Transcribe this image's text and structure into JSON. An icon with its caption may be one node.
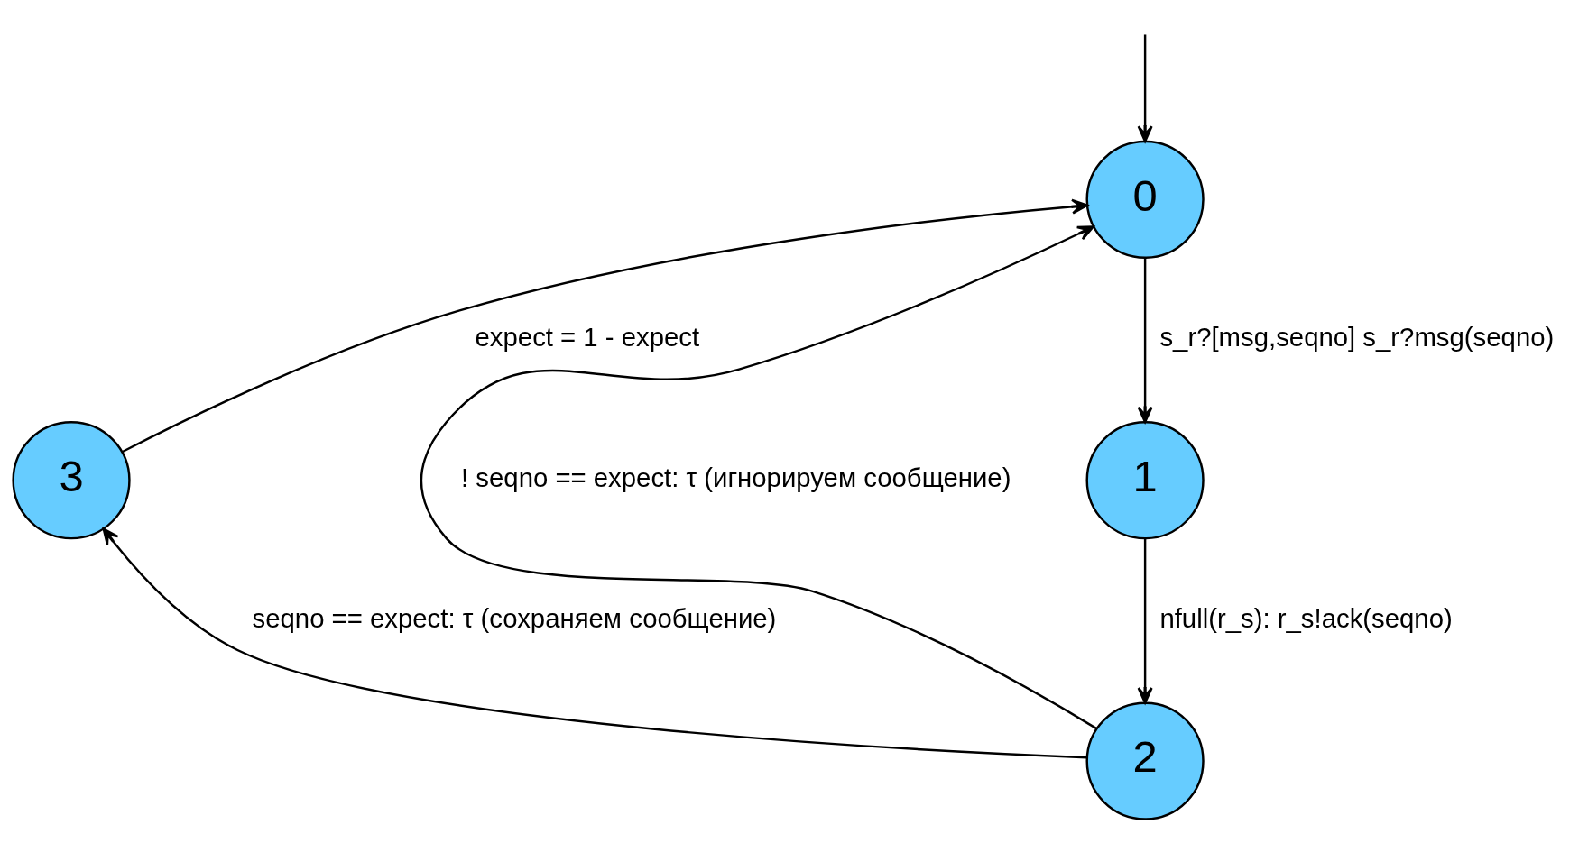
{
  "diagram": {
    "nodes": [
      {
        "text": [
          "0"
        ]
      },
      {
        "text": [
          "1"
        ]
      },
      {
        "text": [
          "2"
        ]
      },
      {
        "text": [
          "3"
        ]
      }
    ],
    "edges": [
      {
        "from": null,
        "to": 0,
        "arrow": "to"
      },
      {
        "from": 0,
        "to": 1,
        "arrow": "to",
        "label": "s_r?[msg,seqno] s_r?msg(seqno)"
      },
      {
        "from": 1,
        "to": 2,
        "arrow": "to",
        "label": "nfull(r_s): r_s!ack(seqno)"
      },
      {
        "from": 2,
        "to": 3,
        "arrow": "to",
        "label": "seqno == expect: τ (сохраняем сообщение)"
      },
      {
        "from": 3,
        "to": 0,
        "arrow": "to",
        "label": "expect = 1 - expect"
      },
      {
        "from": 2,
        "to": 0,
        "arrow": "to",
        "label": "! seqno == expect: τ (игнорируем сообщение)"
      }
    ]
  }
}
